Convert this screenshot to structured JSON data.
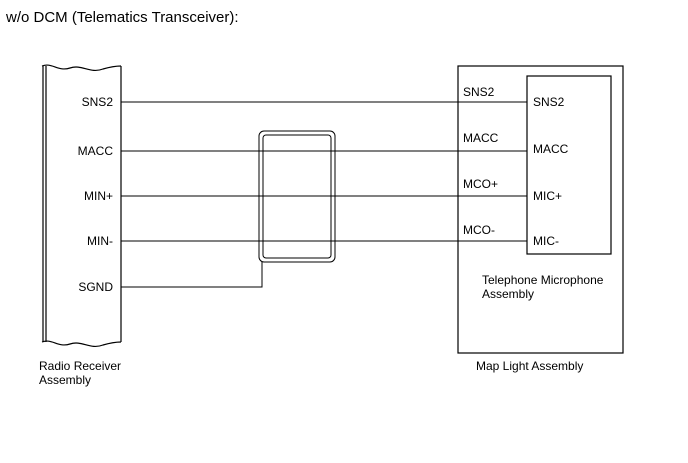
{
  "title": "w/o DCM (Telematics Transceiver):",
  "radio_receiver": {
    "label_line1": "Radio Receiver",
    "label_line2": "Assembly",
    "pins": [
      "SNS2",
      "MACC",
      "MIN+",
      "MIN-",
      "SGND"
    ]
  },
  "map_light": {
    "label": "Map Light Assembly",
    "pins": [
      "SNS2",
      "MACC",
      "MCO+",
      "MCO-"
    ]
  },
  "telephone_microphone": {
    "label_line1": "Telephone Microphone",
    "label_line2": "Assembly",
    "pins": [
      "SNS2",
      "MACC",
      "MIC+",
      "MIC-"
    ]
  }
}
